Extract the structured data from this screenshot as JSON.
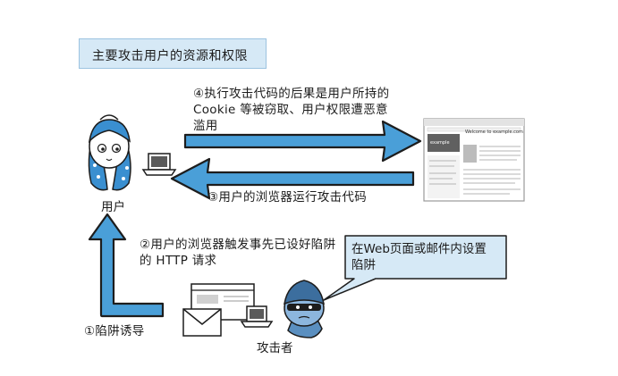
{
  "title": "主要攻击用户的资源和权限",
  "steps": {
    "step4": "④执行攻击代码的后果是用户所持的 Cookie 等被窃取、用户权限遭恶意滥用",
    "step3": "③用户的浏览器运行攻击代码",
    "step2": "②用户的浏览器触发事先已设好陷阱的 HTTP 请求",
    "step1": "①陷阱诱导"
  },
  "roles": {
    "user": "用户",
    "attacker": "攻击者"
  },
  "bubble": "在Web页面或邮件内设置陷阱",
  "website": {
    "heading": "Welcome to example.com",
    "logo": "example"
  },
  "colors": {
    "arrow_fill": "#4a9fd8",
    "arrow_stroke": "#1d1d1d",
    "title_bg": "#d6e9f6"
  }
}
